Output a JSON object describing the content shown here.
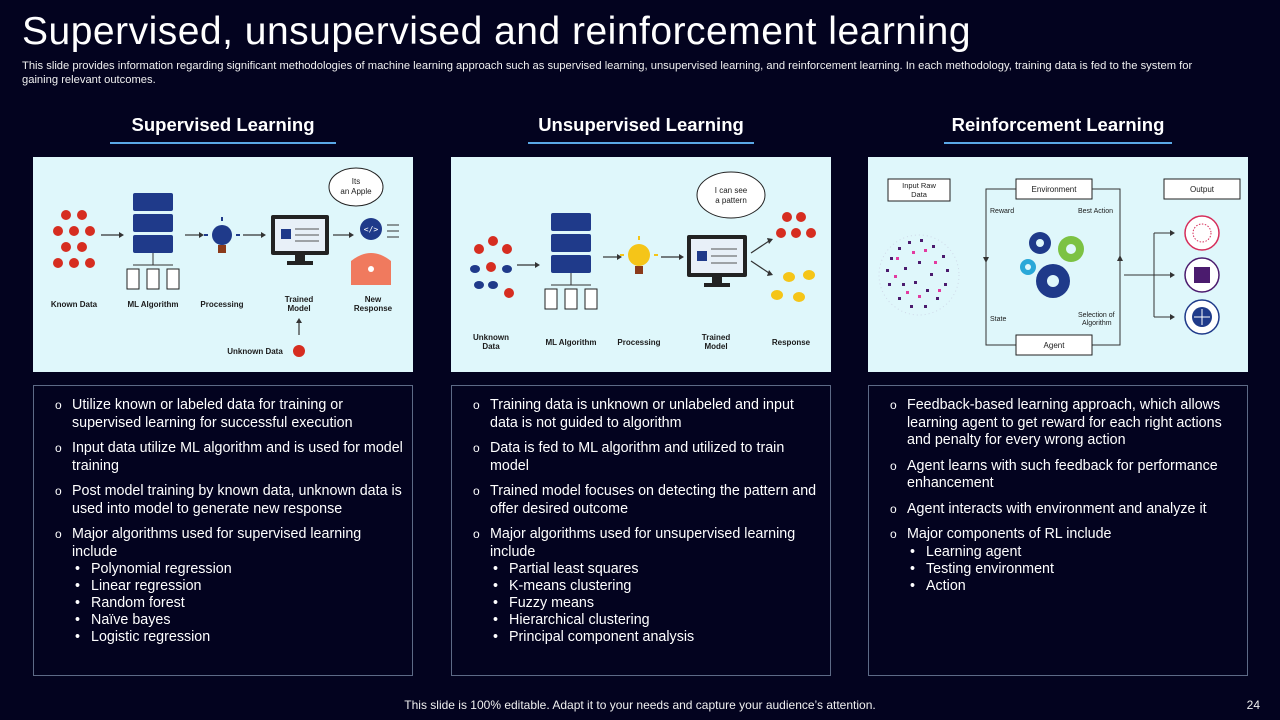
{
  "slide": {
    "title": "Supervised, unsupervised and reinforcement learning",
    "subtitle": "This slide provides information regarding significant methodologies of machine learning approach such as supervised learning, unsupervised learning, and reinforcement learning. In each methodology, training data is fed to the system for gaining relevant outcomes.",
    "footer": "This slide is 100% editable. Adapt it to your needs and capture your audience’s attention.",
    "page_number": "24"
  },
  "colors": {
    "background": "#03031f",
    "accent": "#5aa8e6",
    "diagram_bg": "#dff7fb",
    "navy": "#1f3a8a"
  },
  "supervised": {
    "heading": "Supervised Learning",
    "diagram": {
      "speech": [
        "Its",
        "an Apple"
      ],
      "labels": [
        "Known Data",
        "ML Algorithm",
        "Processing",
        "Trained",
        "Model",
        "New",
        "Response",
        "Unknown Data"
      ]
    },
    "points": [
      {
        "text": "Utilize known or labeled data for training or supervised learning for successful execution"
      },
      {
        "text": "Input data utilize ML algorithm and is used for model training"
      },
      {
        "text": "Post model training by known data, unknown data is used into model to generate new response"
      },
      {
        "text": "Major algorithms used for supervised learning include"
      }
    ],
    "subpoints": [
      "Polynomial regression",
      "Linear regression",
      "Random forest",
      "Naïve bayes",
      "Logistic regression"
    ]
  },
  "unsupervised": {
    "heading": "Unsupervised Learning",
    "diagram": {
      "speech": [
        "I can see",
        "a pattern"
      ],
      "labels": [
        "Unknown",
        "Data",
        "ML Algorithm",
        "Processing",
        "Trained",
        "Model",
        "Response"
      ]
    },
    "points": [
      {
        "text": "Training data is unknown or unlabeled and input data is not guided to algorithm"
      },
      {
        "text": "Data is fed to ML algorithm and utilized to train model"
      },
      {
        "text": "Trained model focuses on detecting the pattern and offer desired outcome"
      },
      {
        "text": "Major algorithms used for unsupervised learning include"
      }
    ],
    "subpoints": [
      "Partial least squares",
      "K-means clustering",
      "Fuzzy means",
      "Hierarchical clustering",
      "Principal component analysis"
    ]
  },
  "reinforcement": {
    "heading": "Reinforcement Learning",
    "diagram": {
      "input_label": [
        "Input Raw",
        "Data"
      ],
      "environment": "Environment",
      "output": "Output",
      "reward": "Reward",
      "best_action": "Best Action",
      "state": "State",
      "selection": [
        "Selection of",
        "Algorithm"
      ],
      "agent": "Agent"
    },
    "points": [
      {
        "text": "Feedback-based learning approach, which allows learning agent to get reward for each right actions and penalty for every wrong action"
      },
      {
        "text": "Agent learns with such feedback for performance enhancement"
      },
      {
        "text": "Agent interacts with environment and analyze it"
      },
      {
        "text": "Major components of RL include"
      }
    ],
    "subpoints": [
      "Learning agent",
      "Testing environment",
      "Action"
    ]
  }
}
